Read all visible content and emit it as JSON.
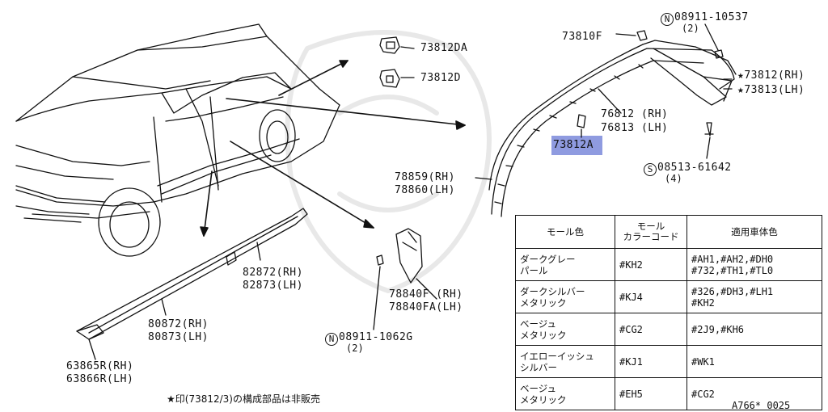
{
  "labels": {
    "p73812DA": "73812DA",
    "p73812D": "73812D",
    "p73810F": "73810F",
    "n08911_10537": "08911-10537",
    "n08911_10537_qty": "(2)",
    "p73812_rh": "★73812(RH)",
    "p73813_lh": "★73813(LH)",
    "p76812": "76812 (RH)",
    "p76813": "76813 (LH)",
    "p73812A": "73812A",
    "s08513_61642": "08513-61642",
    "s08513_61642_qty": "(4)",
    "p78859": "78859(RH)",
    "p78860": "78860(LH)",
    "p82872": "82872(RH)",
    "p82873": "82873(LH)",
    "p78840F": "78840F (RH)",
    "p78840FA": "78840FA(LH)",
    "p80872": "80872(RH)",
    "p80873": "80873(LH)",
    "n08911_1062G": "08911-1062G",
    "n08911_1062G_qty": "(2)",
    "p63865R": "63865R(RH)",
    "p63866R": "63866R(LH)",
    "nut_symbol": "N",
    "screw_symbol": "S"
  },
  "table": {
    "headers": [
      "モール色",
      "モール\nカラーコード",
      "適用車体色"
    ],
    "rows": [
      {
        "color": "ダークグレー\nパール",
        "code": "#KH2",
        "body": "#AH1,#AH2,#DH0\n#732,#TH1,#TL0"
      },
      {
        "color": "ダークシルバー\nメタリック",
        "code": "#KJ4",
        "body": "#326,#DH3,#LH1\n#KH2"
      },
      {
        "color": "ベージュ\nメタリック",
        "code": "#CG2",
        "body": "#2J9,#KH6"
      },
      {
        "color": "イエローイッシュ\nシルバー",
        "code": "#KJ1",
        "body": "#WK1"
      },
      {
        "color": "ベージュ\nメタリック",
        "code": "#EH5",
        "body": "#CG2"
      }
    ]
  },
  "footnote": "★印(73812/3)の構成部品は非販売",
  "ref_code": "A766* 0025",
  "colors": {
    "highlight": "#8f9be0",
    "ink": "#111111"
  }
}
